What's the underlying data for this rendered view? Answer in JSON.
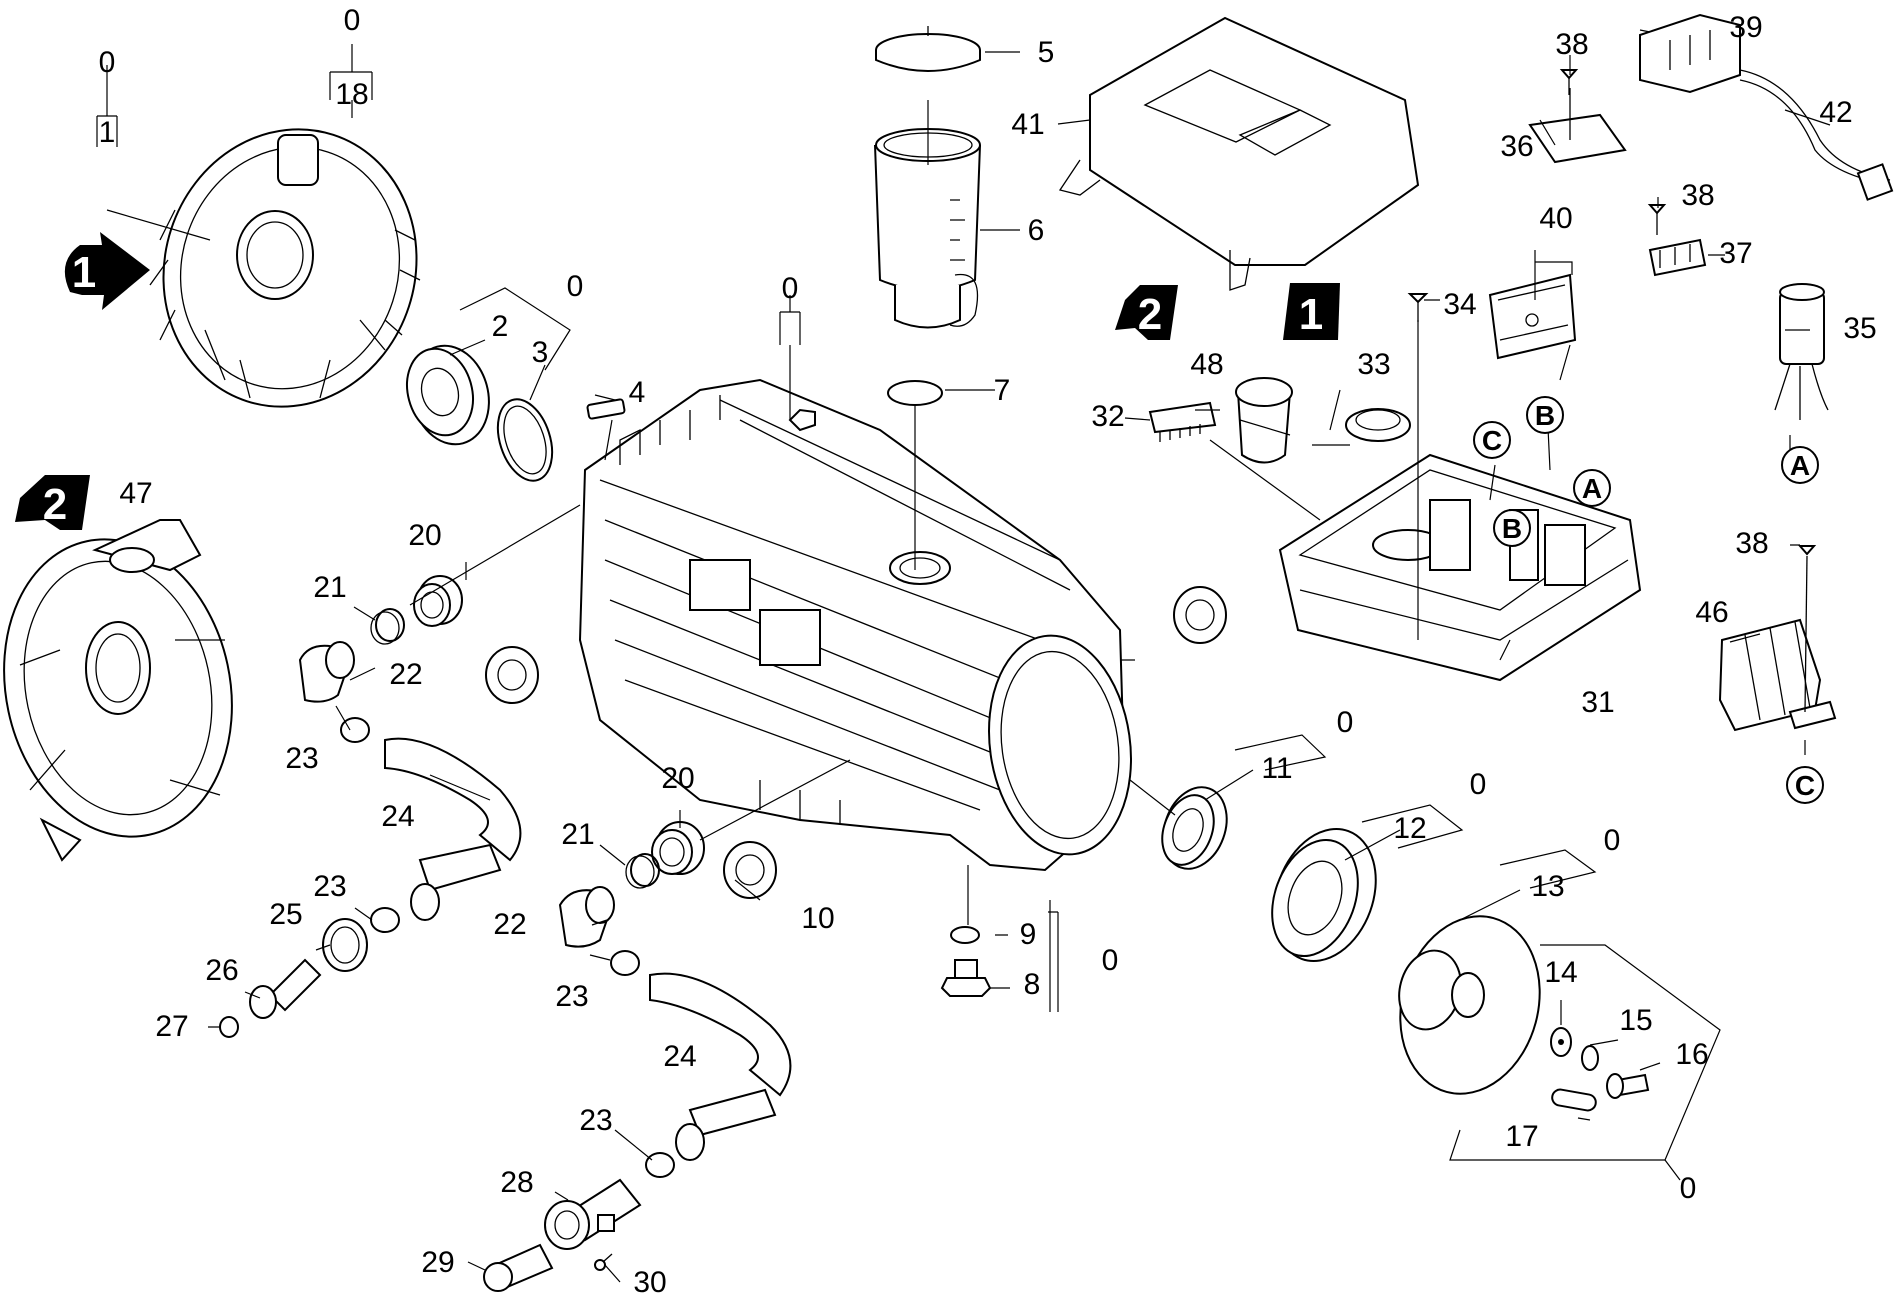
{
  "diagram": {
    "callouts": {
      "c0_a": "0",
      "c1": "1",
      "c0_b": "0",
      "c18": "18",
      "c0_c": "0",
      "c2": "2",
      "c3": "3",
      "c4": "4",
      "c0_d": "0",
      "c5": "5",
      "c6": "6",
      "c7": "7",
      "c41": "41",
      "c38_a": "38",
      "c36": "36",
      "c39": "39",
      "c42": "42",
      "c38_b": "38",
      "c37": "37",
      "c40": "40",
      "c34": "34",
      "c35": "35",
      "c48": "48",
      "c33": "33",
      "c32": "32",
      "c31": "31",
      "c38_c": "38",
      "c46": "46",
      "c47": "47",
      "c20_a": "20",
      "c21_a": "21",
      "c22_a": "22",
      "c23_a": "23",
      "c24_a": "24",
      "c20_b": "20",
      "c21_b": "21",
      "c22_b": "22",
      "c23_b": "23",
      "c24_b": "24",
      "c23_c": "23",
      "c25": "25",
      "c26": "26",
      "c27": "27",
      "c23_d": "23",
      "c28": "28",
      "c29": "29",
      "c30": "30",
      "c10": "10",
      "c9": "9",
      "c8": "8",
      "c0_e": "0",
      "c0_f": "0",
      "c11": "11",
      "c0_g": "0",
      "c12": "12",
      "c0_h": "0",
      "c13": "13",
      "c14": "14",
      "c15": "15",
      "c16": "16",
      "c17": "17",
      "c0_i": "0"
    },
    "ref_letters": {
      "A_box": "A",
      "B_box": "B",
      "C_box": "C",
      "A_wire": "A",
      "B_board": "B",
      "C_clip": "C"
    },
    "view_arrows": {
      "arrow1_left": "1",
      "arrow2_left": "2",
      "arrow2_right": "2",
      "arrow1_right": "1"
    }
  }
}
